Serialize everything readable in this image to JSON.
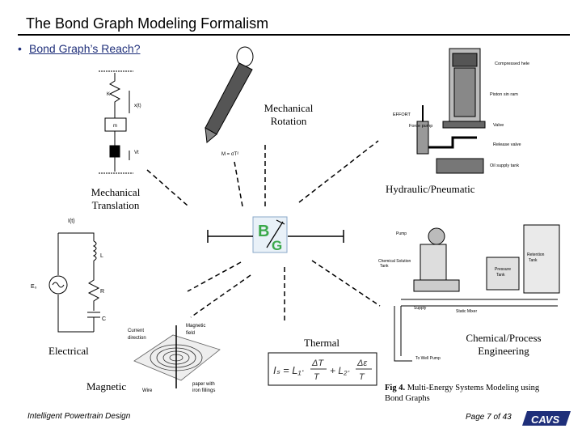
{
  "title": "The Bond Graph Modeling Formalism",
  "bullet": "Bond Graph’s Reach?",
  "labels": {
    "mech_rotation_1": "Mechanical",
    "mech_rotation_2": "Rotation",
    "hydraulic": "Hydraulic/Pneumatic",
    "mech_translation_1": "Mechanical",
    "mech_translation_2": "Translation",
    "thermal": "Thermal",
    "electrical": "Electrical",
    "chemical_1": "Chemical/Process",
    "chemical_2": "Engineering",
    "magnetic": "Magnetic"
  },
  "center_logo": {
    "letter_b": "B",
    "letter_g": "G",
    "color_b": "#3aa84a",
    "color_g": "#3aa84a"
  },
  "figure_caption": {
    "bold": "Fig 4.",
    "text": " Multi-Energy Systems Modeling using",
    "line2": "Bond Graphs"
  },
  "footer": {
    "left": "Intelligent Powertrain Design",
    "page": "Page 7 of 43",
    "logo": "CAVS"
  },
  "diagram_text": {
    "hydraulic": [
      "Compressed hele",
      "Piston sin ram",
      "EFFORT",
      "Force pump",
      "Valve",
      "Release valve",
      "Oil supply tank"
    ],
    "mech_translation": [
      "K",
      "x(t)",
      "m",
      "Vt"
    ],
    "mech_rotation": [
      "M = σT²"
    ],
    "electrical": [
      "I(t)",
      "L",
      "R",
      "C",
      "E₀"
    ],
    "magnetic": [
      "Current direction",
      "Magnetic field",
      "paper with iron fillings",
      "Wire"
    ],
    "chemical": [
      "Pump",
      "Chemical Solution Tank",
      "Pressure Tank",
      "Retention Tank",
      "Supply",
      "Static Mixer",
      "To Well Pump"
    ]
  },
  "thermal_equation": {
    "text": "I_S = L₁· ΔT/T + L₂· Δε/T"
  }
}
